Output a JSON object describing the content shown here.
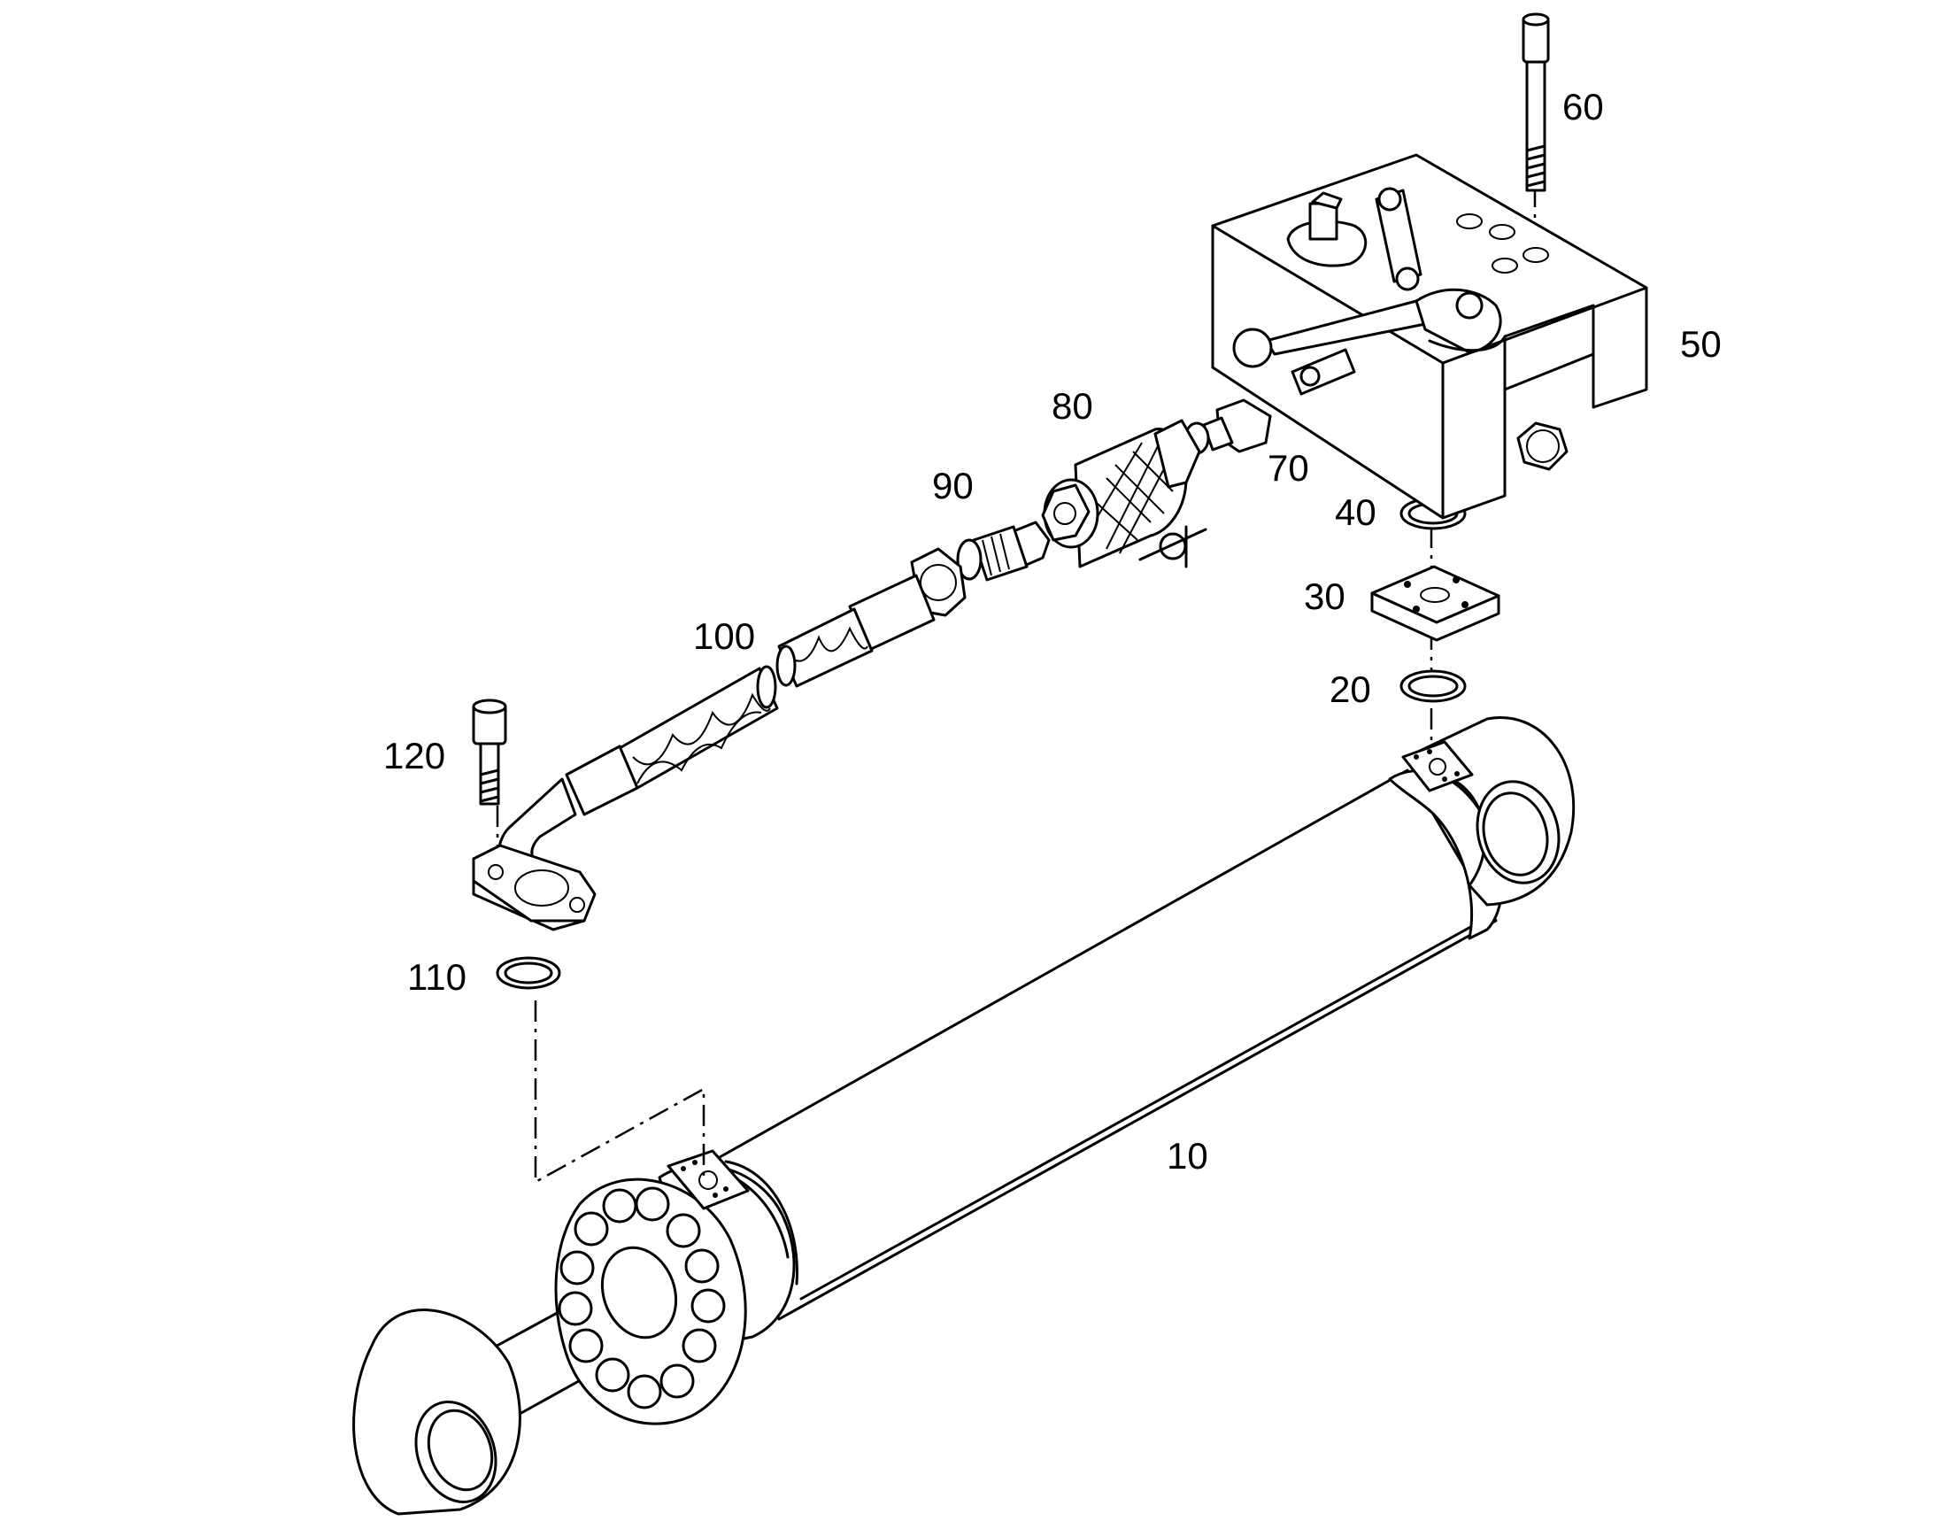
{
  "diagram": {
    "parts": [
      {
        "key": "cylinder",
        "label": "10"
      },
      {
        "key": "lower-o-ring",
        "label": "20"
      },
      {
        "key": "adapter-plate",
        "label": "30"
      },
      {
        "key": "upper-o-ring",
        "label": "40"
      },
      {
        "key": "valve-block",
        "label": "50"
      },
      {
        "key": "socket-screw",
        "label": "60"
      },
      {
        "key": "adapter-fitting",
        "label": "70"
      },
      {
        "key": "check-valve",
        "label": "80"
      },
      {
        "key": "union-fitting",
        "label": "90"
      },
      {
        "key": "hose",
        "label": "100"
      },
      {
        "key": "flange-o-ring",
        "label": "110"
      },
      {
        "key": "flange-screw",
        "label": "120"
      }
    ]
  }
}
